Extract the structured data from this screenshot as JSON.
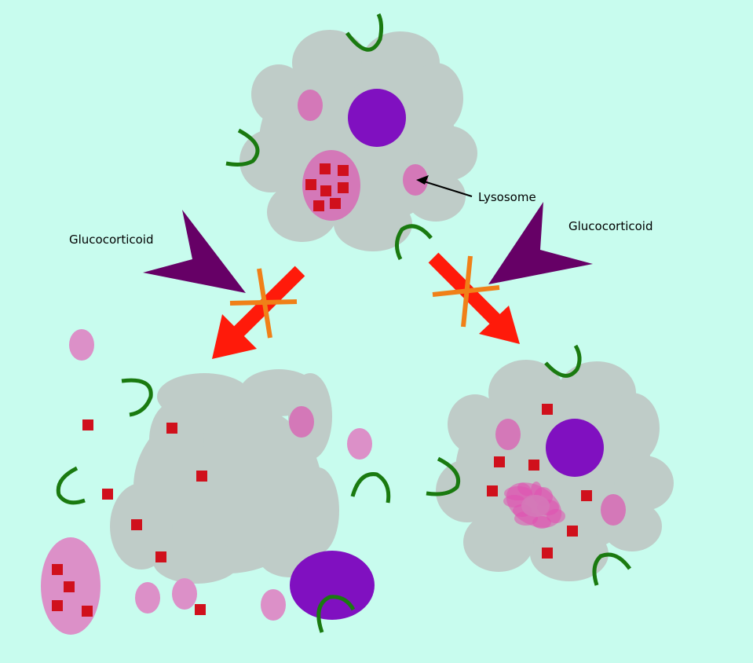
{
  "labels": {
    "glucocorticoid_left": "Glucocorticoid",
    "glucocorticoid_right": "Glucocorticoid",
    "lysosome": "Lysosome"
  },
  "colors": {
    "background": "#c8fcee",
    "cytoplasm": "#bfccc8",
    "lysosome": "#d478b8",
    "nucleus": "#8010c0",
    "particle": "#d0101c",
    "membrane_fragment": "#1a7a10",
    "arrow": "#ff1a0a",
    "block_cross": "#f08018",
    "glucocorticoid_arrowhead": "#660066"
  }
}
